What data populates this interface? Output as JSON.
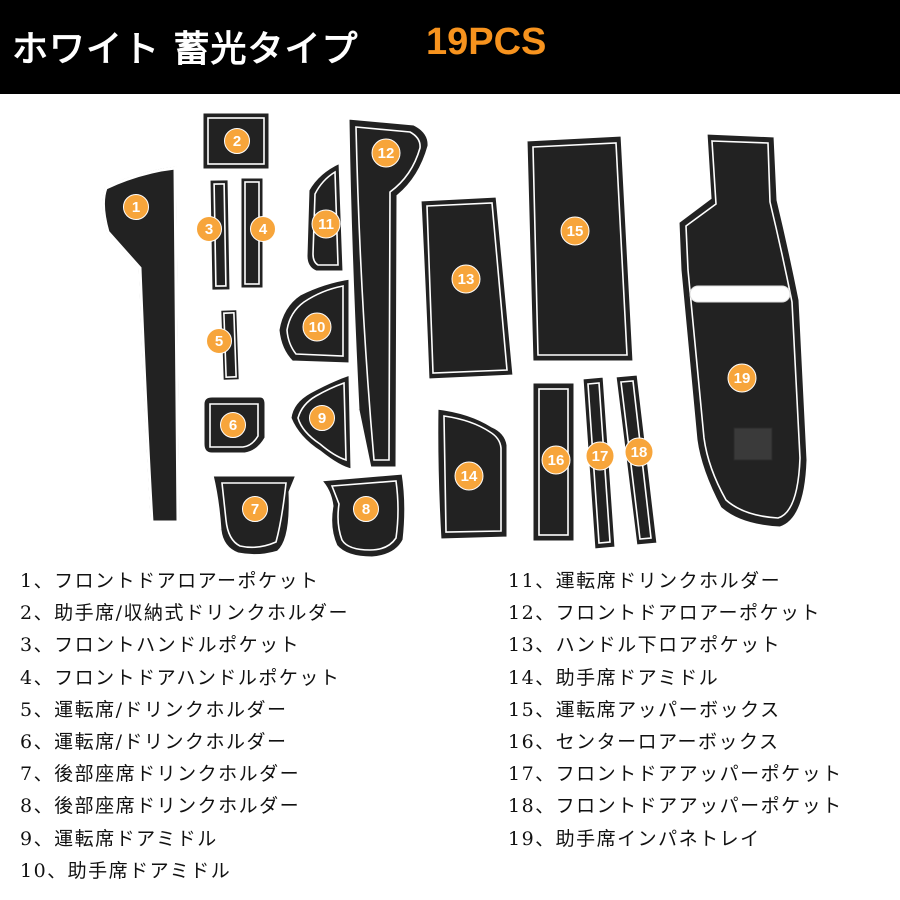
{
  "banner": {
    "title": "ホワイト 蓄光タイプ",
    "count": "19PCS",
    "accent_color": "#f7931e",
    "background": "#000000"
  },
  "badges": {
    "color": "#f7a53b",
    "labels": [
      "1",
      "2",
      "3",
      "4",
      "5",
      "6",
      "7",
      "8",
      "9",
      "10",
      "11",
      "12",
      "13",
      "14",
      "15",
      "16",
      "17",
      "18",
      "19"
    ]
  },
  "legend": {
    "left": [
      "1、フロントドアロアーポケット",
      "2、助手席/収納式ドリンクホルダー",
      "3、フロントハンドルポケット",
      "4、フロントドアハンドルポケット",
      "5、運転席/ドリンクホルダー",
      "6、運転席/ドリンクホルダー",
      "7、後部座席ドリンクホルダー",
      "8、後部座席ドリンクホルダー",
      "9、運転席ドアミドル",
      "10、助手席ドアミドル"
    ],
    "right": [
      "11、運転席ドリンクホルダー",
      "12、フロントドアロアーポケット",
      "13、ハンドル下ロアポケット",
      "14、助手席ドアミドル",
      "15、運転席アッパーボックス",
      "16、センターロアーボックス",
      "17、フロントドアアッパーポケット",
      "18、フロントドアアッパーポケット",
      "19、助手席インパネトレイ"
    ]
  }
}
